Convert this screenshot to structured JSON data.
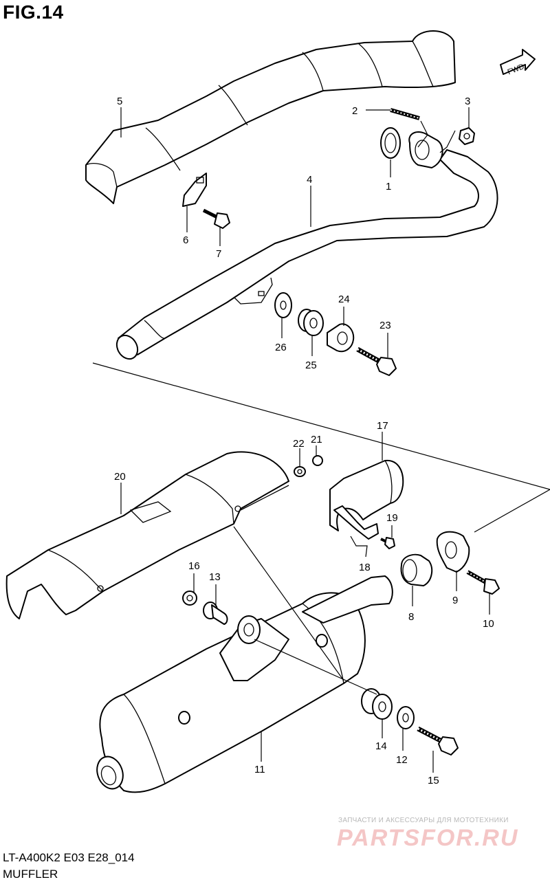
{
  "figure": {
    "title": "FIG.14",
    "model_code": "LT-A400K2 E03 E28_014",
    "subtitle": "MUFFLER",
    "direction_label": "FWD"
  },
  "watermark": {
    "tagline": "ЗАПЧАСТИ И АКСЕССУАРЫ ДЛЯ МОТОТЕХНИКИ",
    "brand": "PARTSFOR.RU"
  },
  "callouts": [
    {
      "id": "p1",
      "label": "1"
    },
    {
      "id": "p2",
      "label": "2"
    },
    {
      "id": "p3",
      "label": "3"
    },
    {
      "id": "p4",
      "label": "4"
    },
    {
      "id": "p5",
      "label": "5"
    },
    {
      "id": "p6",
      "label": "6"
    },
    {
      "id": "p7",
      "label": "7"
    },
    {
      "id": "p8",
      "label": "8"
    },
    {
      "id": "p9",
      "label": "9"
    },
    {
      "id": "p10",
      "label": "10"
    },
    {
      "id": "p11",
      "label": "11"
    },
    {
      "id": "p12",
      "label": "12"
    },
    {
      "id": "p13",
      "label": "13"
    },
    {
      "id": "p14",
      "label": "14"
    },
    {
      "id": "p15",
      "label": "15"
    },
    {
      "id": "p16",
      "label": "16"
    },
    {
      "id": "p17",
      "label": "17"
    },
    {
      "id": "p18",
      "label": "18"
    },
    {
      "id": "p19",
      "label": "19"
    },
    {
      "id": "p20",
      "label": "20"
    },
    {
      "id": "p21",
      "label": "21"
    },
    {
      "id": "p22",
      "label": "22"
    },
    {
      "id": "p23",
      "label": "23"
    },
    {
      "id": "p24",
      "label": "24"
    },
    {
      "id": "p25",
      "label": "25"
    },
    {
      "id": "p26",
      "label": "26"
    }
  ]
}
